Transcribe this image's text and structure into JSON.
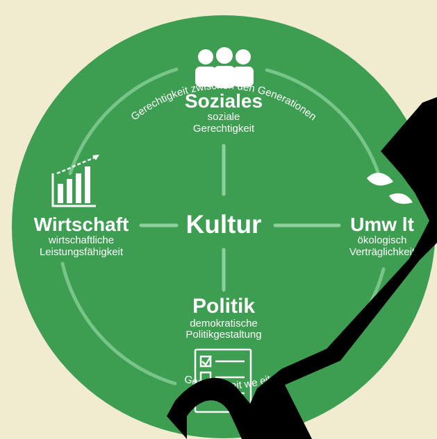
{
  "colors": {
    "background": "#f1ebcf",
    "circle": "#3d9e52",
    "ring": "#78c58a",
    "lines": "#8ed09d",
    "text": "#ffffff",
    "redaction": "#000000"
  },
  "arc_top": "Gerechtigkeit zwischen den Generationen",
  "arc_bottom": "Gere htigkeit we eit",
  "center": {
    "title": "Kultur"
  },
  "nodes": {
    "soziales": {
      "title": "Soziales",
      "line1": "soziale",
      "line2": "Gerechtigkeit",
      "icon": "people-group-icon"
    },
    "wirtschaft": {
      "title": "Wirtschaft",
      "line1": "wirtschaftliche",
      "line2": "Leistungsfähigkeit",
      "icon": "growth-chart-icon"
    },
    "umwelt": {
      "title": "Umw lt",
      "line1": "ökologisch",
      "line2": "Verträglichkeit",
      "icon": "leaf-icon"
    },
    "politik": {
      "title": "Politik",
      "line1": "demokratische",
      "line2": "Politikgestaltung",
      "icon": "ballot-checklist-icon"
    }
  }
}
